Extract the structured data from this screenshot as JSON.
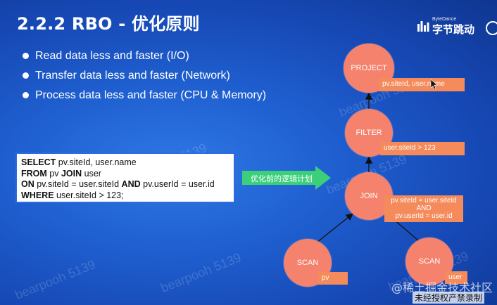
{
  "slide": {
    "title": "2.2.2 RBO - 优化原则",
    "brand": {
      "small": "ByteDance",
      "name": "字节跳动"
    },
    "bullets": [
      "Read data less and faster (I/O)",
      "Transfer data less and faster (Network)",
      "Process data less and faster (CPU & Memory)"
    ],
    "sql": {
      "line1_kw": "SELECT",
      "line1_rest": " pv.siteId, user.name",
      "line2_kw1": "FROM",
      "line2_mid": " pv ",
      "line2_kw2": "JOIN",
      "line2_rest": " user",
      "line3_kw1": "ON",
      "line3_mid": " pv.siteId = user.siteId ",
      "line3_kw2": "AND",
      "line3_rest": " pv.userId = user.id",
      "line4_kw": "WHERE",
      "line4_rest": " user.siteId > 123;"
    },
    "arrow_label": "优化前的逻辑计划",
    "plan": {
      "project": {
        "label": "PROJECT",
        "tag": "pv.siteId, user.name"
      },
      "filter": {
        "label": "FILTER",
        "tag": "user.siteId > 123"
      },
      "join": {
        "label": "JOIN",
        "tag_line1": "pv.siteId = user.siteId",
        "tag_line2": "AND",
        "tag_line3": "pv.userId = user.id"
      },
      "scan_left": {
        "label": "SCAN",
        "tag": "pv"
      },
      "scan_right": {
        "label": "SCAN",
        "tag": "user"
      }
    },
    "watermark": "bearpooh 5139",
    "footer_watermark": "@稀土掘金技术社区",
    "footer_note": "未经授权产禁录制"
  },
  "colors": {
    "node": "#f5826d",
    "tag": "#f58a5a",
    "arrow": "#3ccf7a",
    "sql_border": "#2d6be0"
  }
}
